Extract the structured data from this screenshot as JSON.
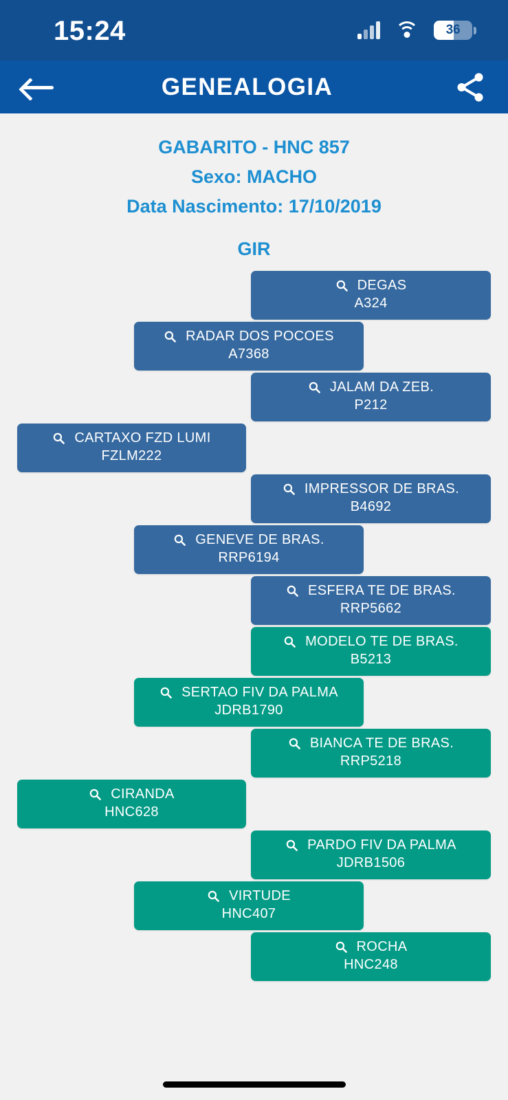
{
  "status_bar": {
    "time": "15:24",
    "signal_icon": "cellular-signal-icon",
    "wifi_icon": "wifi-icon",
    "battery_level": "36",
    "background_color": "#114f91"
  },
  "app_bar": {
    "back_icon": "back-arrow-icon",
    "title": "GENEALOGIA",
    "share_icon": "share-icon",
    "background_color": "#0a55a4"
  },
  "animal_info": {
    "name_line": "GABARITO - HNC 857",
    "sex_line": "Sexo: MACHO",
    "birth_line": "Data Nascimento: 17/10/2019",
    "breed": "GIR",
    "text_color": "#1d8fd1"
  },
  "legend": {
    "paternal_color": "#36699f",
    "maternal_color": "#039b86",
    "search_icon": "search-icon"
  },
  "genealogy": {
    "rows": [
      {
        "name": "DEGAS",
        "code": "A324",
        "level": 0,
        "side": "blue"
      },
      {
        "name": "RADAR DOS POCOES",
        "code": "A7368",
        "level": 1,
        "side": "blue"
      },
      {
        "name": "JALAM DA ZEB.",
        "code": "P212",
        "level": 0,
        "side": "blue"
      },
      {
        "name": "CARTAXO FZD LUMI",
        "code": "FZLM222",
        "level": 2,
        "side": "blue"
      },
      {
        "name": "IMPRESSOR DE BRAS.",
        "code": "B4692",
        "level": 0,
        "side": "blue"
      },
      {
        "name": "GENEVE DE BRAS.",
        "code": "RRP6194",
        "level": 1,
        "side": "blue"
      },
      {
        "name": "ESFERA TE DE BRAS.",
        "code": "RRP5662",
        "level": 0,
        "side": "blue"
      },
      {
        "name": "MODELO TE DE BRAS.",
        "code": "B5213",
        "level": 0,
        "side": "green"
      },
      {
        "name": "SERTAO FIV DA PALMA",
        "code": "JDRB1790",
        "level": 1,
        "side": "green"
      },
      {
        "name": "BIANCA TE DE BRAS.",
        "code": "RRP5218",
        "level": 0,
        "side": "green"
      },
      {
        "name": "CIRANDA",
        "code": "HNC628",
        "level": 2,
        "side": "green"
      },
      {
        "name": "PARDO FIV DA PALMA",
        "code": "JDRB1506",
        "level": 0,
        "side": "green"
      },
      {
        "name": "VIRTUDE",
        "code": "HNC407",
        "level": 1,
        "side": "green"
      },
      {
        "name": "ROCHA",
        "code": "HNC248",
        "level": 0,
        "side": "green"
      }
    ]
  },
  "home_indicator": {
    "name": "home-indicator"
  }
}
